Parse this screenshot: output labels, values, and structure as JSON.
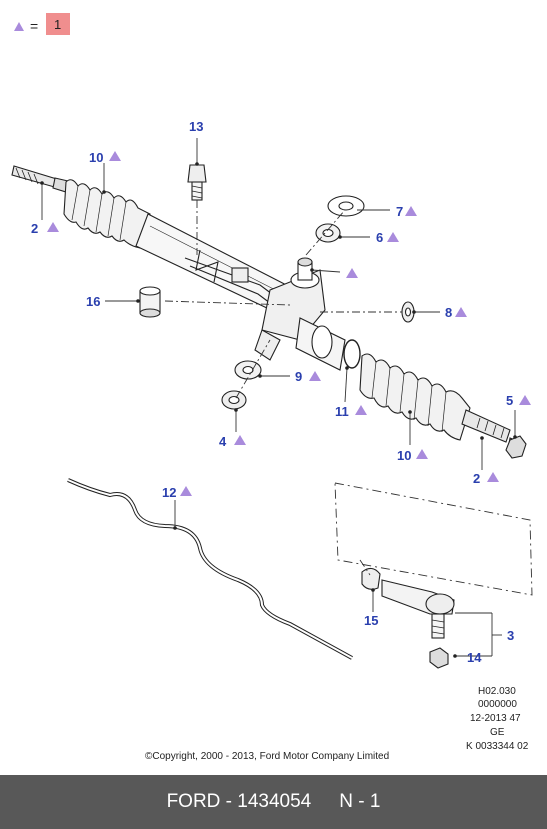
{
  "legend": {
    "symbol": "triangle-icon",
    "equals": "=",
    "value": "1",
    "box_color": "#f08e8e",
    "triangle_color": "#a98bdc"
  },
  "callouts": {
    "c13": "13",
    "c10a": "10",
    "c2a": "2",
    "c7": "7",
    "c6": "6",
    "c16": "16",
    "c8": "8",
    "c9": "9",
    "c11": "11",
    "c4": "4",
    "c5": "5",
    "c10b": "10",
    "c2b": "2",
    "c12": "12",
    "c15": "15",
    "c3": "3",
    "c14": "14"
  },
  "meta": {
    "line1": "H02.030",
    "line2": "0000000",
    "line3": "12-2013 47",
    "line4": "GE",
    "line5": "K 0033344 02"
  },
  "copyright": "©Copyright, 2000 - 2013, Ford Motor Company Limited",
  "footer": {
    "brand": "FORD",
    "separator": "-",
    "part_number": "1434054",
    "note": "N - 1"
  },
  "colors": {
    "callout": "#2a3fae",
    "triangle": "#a98bdc",
    "footer_bg": "#585858"
  }
}
